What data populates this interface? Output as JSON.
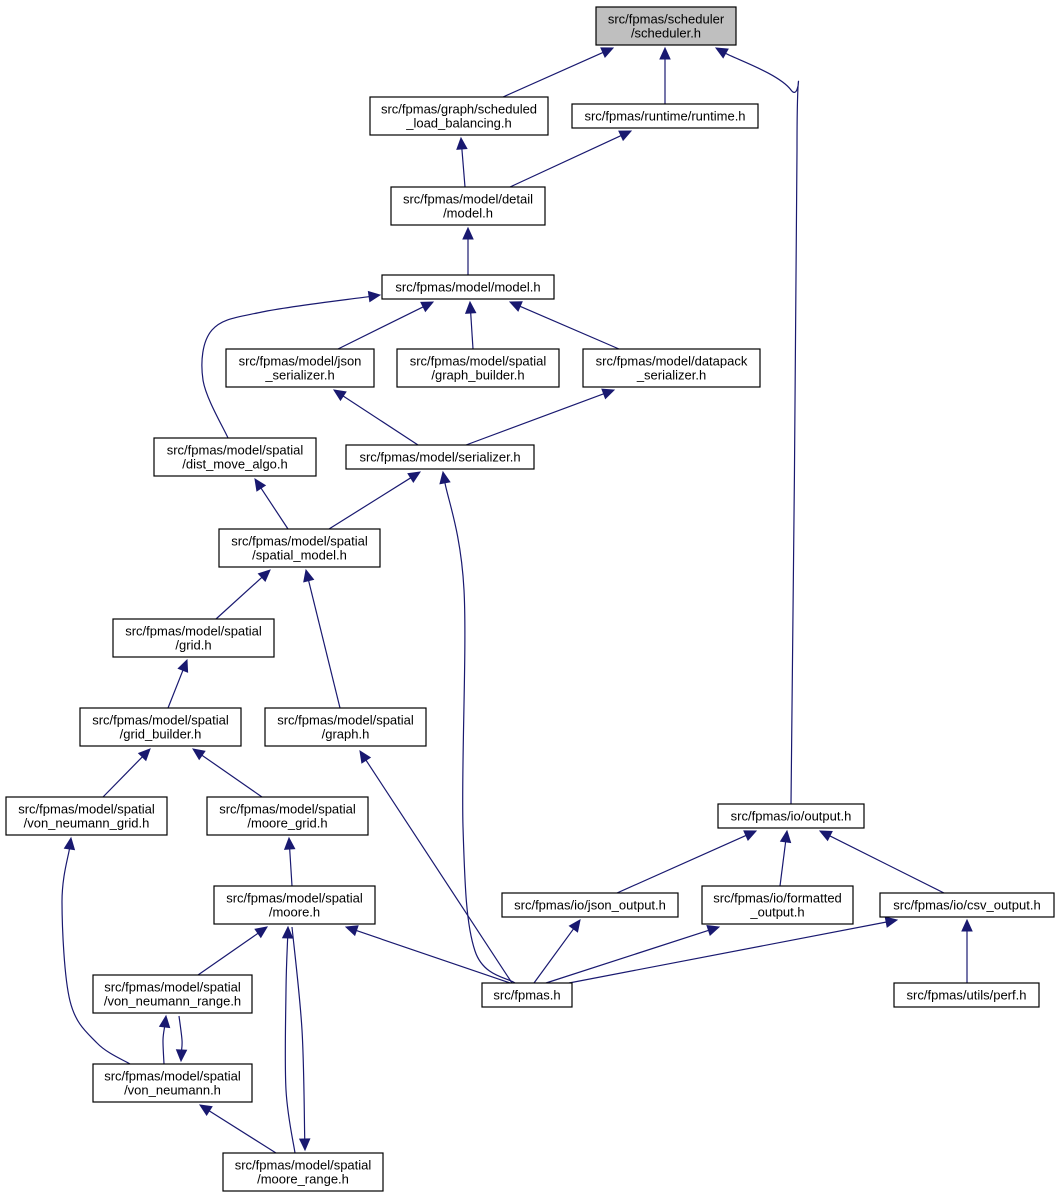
{
  "nodes": [
    {
      "id": "scheduler",
      "lines": [
        "src/fpmas/scheduler",
        "/scheduler.h"
      ],
      "root": true
    },
    {
      "id": "sched_lb",
      "lines": [
        "src/fpmas/graph/scheduled",
        "_load_balancing.h"
      ]
    },
    {
      "id": "runtime",
      "lines": [
        "src/fpmas/runtime/runtime.h"
      ]
    },
    {
      "id": "detail_model",
      "lines": [
        "src/fpmas/model/detail",
        "/model.h"
      ]
    },
    {
      "id": "model",
      "lines": [
        "src/fpmas/model/model.h"
      ]
    },
    {
      "id": "json_ser",
      "lines": [
        "src/fpmas/model/json",
        "_serializer.h"
      ]
    },
    {
      "id": "graph_builder",
      "lines": [
        "src/fpmas/model/spatial",
        "/graph_builder.h"
      ]
    },
    {
      "id": "datapack_ser",
      "lines": [
        "src/fpmas/model/datapack",
        "_serializer.h"
      ]
    },
    {
      "id": "dist_move",
      "lines": [
        "src/fpmas/model/spatial",
        "/dist_move_algo.h"
      ]
    },
    {
      "id": "serializer",
      "lines": [
        "src/fpmas/model/serializer.h"
      ]
    },
    {
      "id": "spatial_model",
      "lines": [
        "src/fpmas/model/spatial",
        "/spatial_model.h"
      ]
    },
    {
      "id": "grid",
      "lines": [
        "src/fpmas/model/spatial",
        "/grid.h"
      ]
    },
    {
      "id": "grid_builder",
      "lines": [
        "src/fpmas/model/spatial",
        "/grid_builder.h"
      ]
    },
    {
      "id": "sgraph",
      "lines": [
        "src/fpmas/model/spatial",
        "/graph.h"
      ]
    },
    {
      "id": "vn_grid",
      "lines": [
        "src/fpmas/model/spatial",
        "/von_neumann_grid.h"
      ]
    },
    {
      "id": "moore_grid",
      "lines": [
        "src/fpmas/model/spatial",
        "/moore_grid.h"
      ]
    },
    {
      "id": "output",
      "lines": [
        "src/fpmas/io/output.h"
      ]
    },
    {
      "id": "moore",
      "lines": [
        "src/fpmas/model/spatial",
        "/moore.h"
      ]
    },
    {
      "id": "json_output",
      "lines": [
        "src/fpmas/io/json_output.h"
      ]
    },
    {
      "id": "formatted_output",
      "lines": [
        "src/fpmas/io/formatted",
        "_output.h"
      ]
    },
    {
      "id": "csv_output",
      "lines": [
        "src/fpmas/io/csv_output.h"
      ]
    },
    {
      "id": "vn_range",
      "lines": [
        "src/fpmas/model/spatial",
        "/von_neumann_range.h"
      ]
    },
    {
      "id": "fpmas",
      "lines": [
        "src/fpmas.h"
      ]
    },
    {
      "id": "perf",
      "lines": [
        "src/fpmas/utils/perf.h"
      ]
    },
    {
      "id": "von_neumann",
      "lines": [
        "src/fpmas/model/spatial",
        "/von_neumann.h"
      ]
    },
    {
      "id": "moore_range",
      "lines": [
        "src/fpmas/model/spatial",
        "/moore_range.h"
      ]
    }
  ],
  "edges": [
    {
      "from": "sched_lb",
      "to": "scheduler"
    },
    {
      "from": "runtime",
      "to": "scheduler"
    },
    {
      "from": "output",
      "to": "scheduler"
    },
    {
      "from": "detail_model",
      "to": "sched_lb"
    },
    {
      "from": "detail_model",
      "to": "runtime"
    },
    {
      "from": "model",
      "to": "detail_model"
    },
    {
      "from": "json_ser",
      "to": "model"
    },
    {
      "from": "graph_builder",
      "to": "model"
    },
    {
      "from": "datapack_ser",
      "to": "model"
    },
    {
      "from": "dist_move",
      "to": "model"
    },
    {
      "from": "serializer",
      "to": "json_ser"
    },
    {
      "from": "serializer",
      "to": "datapack_ser"
    },
    {
      "from": "spatial_model",
      "to": "dist_move"
    },
    {
      "from": "spatial_model",
      "to": "serializer"
    },
    {
      "from": "fpmas",
      "to": "serializer"
    },
    {
      "from": "grid",
      "to": "spatial_model"
    },
    {
      "from": "sgraph",
      "to": "spatial_model"
    },
    {
      "from": "grid_builder",
      "to": "grid"
    },
    {
      "from": "vn_grid",
      "to": "grid_builder"
    },
    {
      "from": "moore_grid",
      "to": "grid_builder"
    },
    {
      "from": "fpmas",
      "to": "sgraph"
    },
    {
      "from": "von_neumann",
      "to": "vn_grid"
    },
    {
      "from": "moore",
      "to": "moore_grid"
    },
    {
      "from": "json_output",
      "to": "output"
    },
    {
      "from": "formatted_output",
      "to": "output"
    },
    {
      "from": "csv_output",
      "to": "output"
    },
    {
      "from": "vn_range",
      "to": "moore"
    },
    {
      "from": "fpmas",
      "to": "moore"
    },
    {
      "from": "moore_range",
      "to": "moore"
    },
    {
      "from": "moore",
      "to": "moore_range"
    },
    {
      "from": "fpmas",
      "to": "json_output"
    },
    {
      "from": "fpmas",
      "to": "formatted_output"
    },
    {
      "from": "fpmas",
      "to": "csv_output"
    },
    {
      "from": "perf",
      "to": "csv_output"
    },
    {
      "from": "von_neumann",
      "to": "vn_range"
    },
    {
      "from": "vn_range",
      "to": "von_neumann"
    },
    {
      "from": "moore_range",
      "to": "von_neumann"
    }
  ]
}
